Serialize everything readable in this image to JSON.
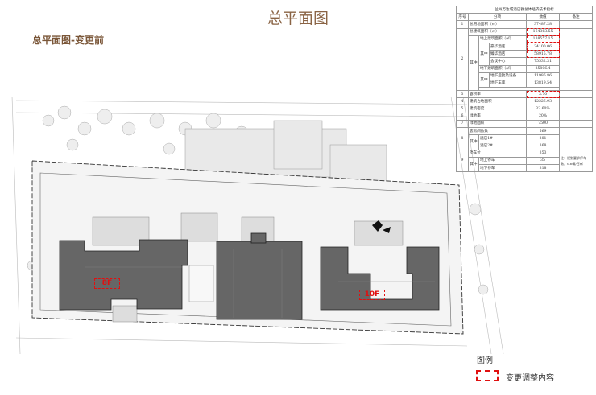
{
  "header": {
    "title": "总平面图",
    "subtitle": "总平面图-变更前"
  },
  "table": {
    "title": "兰州万达城酒店群总体经济技术指标",
    "headers": [
      "序号",
      "分项",
      "数值",
      "备注"
    ],
    "r1": {
      "no": "1",
      "item": "总用地面积（㎡）",
      "value": "37487.28"
    },
    "r2": {
      "no": "2",
      "item": "总建筑面积（㎡）",
      "value": "164363.55",
      "qz": "其中",
      "above": "地上建筑面积（㎡）",
      "above_v": "138557.15",
      "qz2": "其中",
      "h1": "豪华酒店",
      "h1_v": "24100.06",
      "h2": "臻华酒店",
      "h2_v": "58915.78",
      "h3": "会议中心",
      "h3_v": "75532.31",
      "below": "地下建筑面积（㎡）",
      "below_v": "25806.4",
      "qz3": "其中",
      "b1": "地下后勤及设备",
      "b1_v": "11986.86",
      "b2": "地下车库",
      "b2_v": "13819.54"
    },
    "r3": {
      "no": "3",
      "item": "容积率",
      "value": "3.70"
    },
    "r4": {
      "no": "4",
      "item": "建筑占地面积",
      "value": "12226.93"
    },
    "r5": {
      "no": "5",
      "item": "建筑密度",
      "value": "32.60%"
    },
    "r6": {
      "no": "6",
      "item": "绿地率",
      "value": "20%"
    },
    "r7": {
      "no": "7",
      "item": "绿地面积",
      "value": "7500"
    },
    "r8": {
      "no": "8",
      "item": "客房间数数",
      "value": "569",
      "qz": "其中",
      "a": "酒店1#",
      "a_v": "201",
      "b": "酒店2#",
      "b_v": "368"
    },
    "r9": {
      "no": "9",
      "item": "停车位",
      "value": "353",
      "note": "注：规划要求停车数，0.6辆/百㎡",
      "qz": "其中",
      "a": "地上停车",
      "a_v": "35",
      "b": "地下停车",
      "b_v": "318"
    }
  },
  "plan": {
    "floor_left": "8F",
    "floor_right": "10F"
  },
  "legend": {
    "title": "图例",
    "item": "变更调整内容",
    "color": "#e01010"
  }
}
